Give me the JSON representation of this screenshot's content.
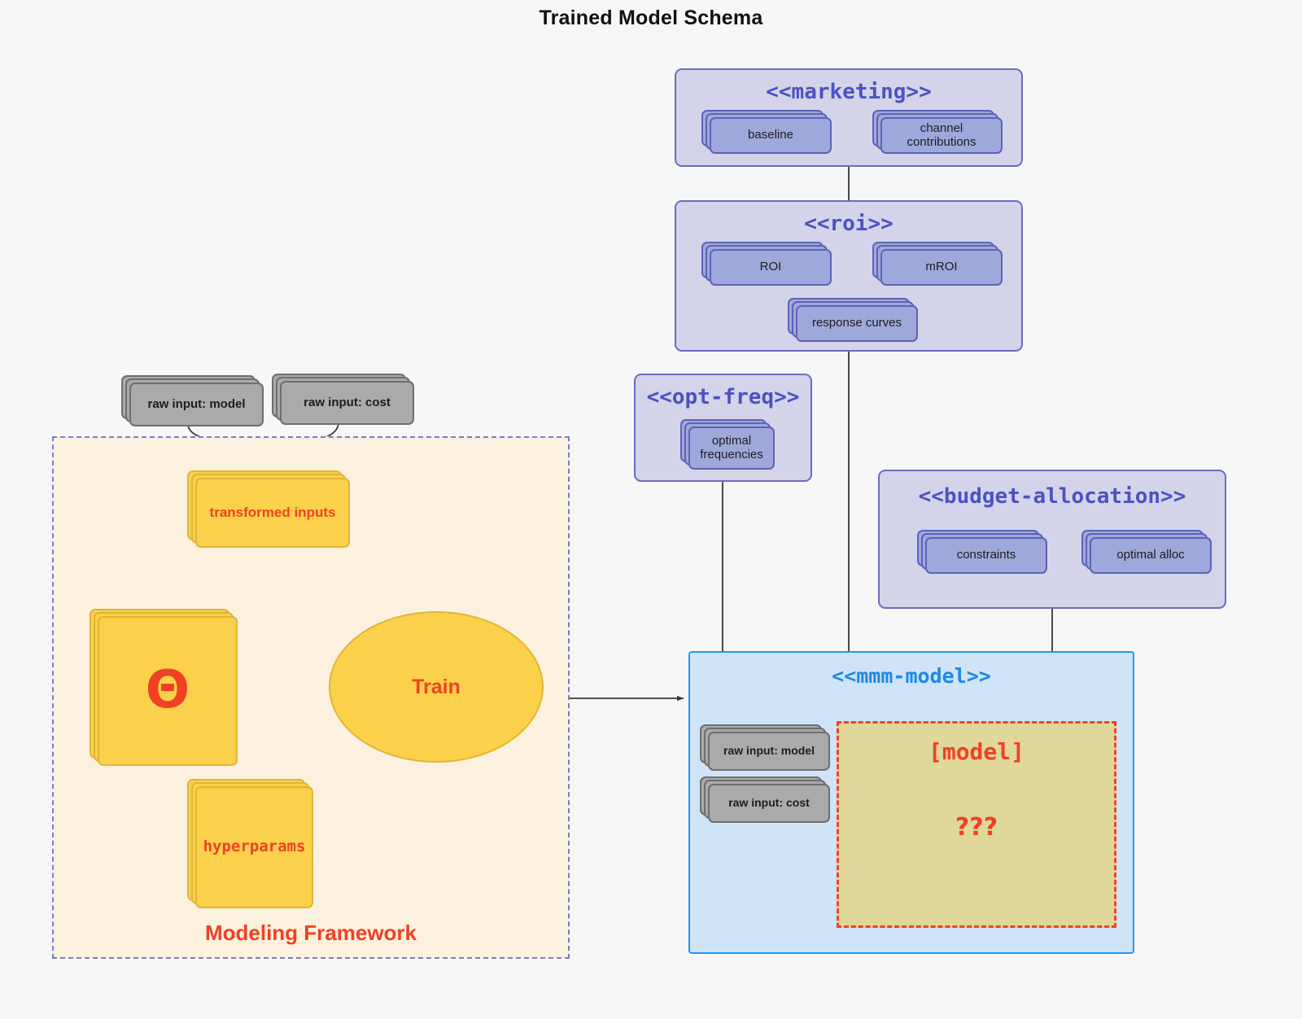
{
  "title": "Trained Model Schema",
  "colors": {
    "background": "#f7f7f7",
    "package_fill": "#d3d3ea",
    "package_border": "#6b6bc4",
    "package_title": "#4b52c0",
    "node_purple_fill": "#9fa8da",
    "node_purple_border": "#5c63b8",
    "node_grey_fill": "#aaaaaa",
    "node_grey_border": "#6e6e6e",
    "node_yellow_fill": "#fbd14b",
    "node_yellow_border": "#e0b534",
    "accent_red": "#f04124",
    "mmm_fill": "#cfe4f7",
    "mmm_border": "#2196f3",
    "mmm_title": "#1e88e5",
    "unknown_fill": "#e0d89a",
    "framework_fill": "#fbf1de",
    "framework_border": "#7b7bc8",
    "edge_dark": "#4a4a4a"
  },
  "packages": {
    "marketing": {
      "stereotype": "<<marketing>>",
      "nodes": [
        {
          "label": "baseline"
        },
        {
          "label": "channel contributions"
        }
      ]
    },
    "roi": {
      "stereotype": "<<roi>>",
      "nodes": [
        {
          "label": "ROI"
        },
        {
          "label": "mROI"
        },
        {
          "label": "response curves"
        }
      ]
    },
    "opt_freq": {
      "stereotype": "<<opt-freq>>",
      "nodes": [
        {
          "label_line1": "optimal",
          "label_line2": "frequencies"
        }
      ]
    },
    "budget_allocation": {
      "stereotype": "<<budget-allocation>>",
      "nodes": [
        {
          "label": "constraints"
        },
        {
          "label": "optimal alloc"
        }
      ]
    },
    "mmm_model": {
      "stereotype": "<<mmm-model>>",
      "nodes": [
        {
          "label": "raw input: model"
        },
        {
          "label": "raw input: cost"
        }
      ],
      "unknown_box": {
        "label": "[model]",
        "question": "???"
      }
    }
  },
  "raw_inputs": [
    {
      "label": "raw input: model"
    },
    {
      "label": "raw input: cost"
    }
  ],
  "framework": {
    "label": "Modeling Framework",
    "transformed_inputs": "transformed inputs",
    "theta": "Θ",
    "hyperparams": "hyperparams",
    "train": "Train"
  }
}
